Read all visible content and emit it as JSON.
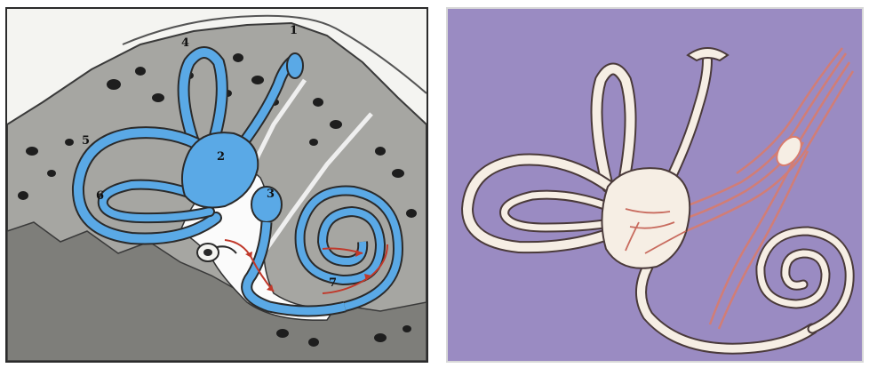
{
  "left_diagram": {
    "labels": [
      "1",
      "2",
      "3",
      "4",
      "5",
      "6",
      "7"
    ],
    "colors": {
      "bone": "#a6a6a2",
      "fluid": "#5aa9e6",
      "outline": "#2a2a2a",
      "arrow": "#c0392b"
    }
  },
  "right_diagram": {
    "colors": {
      "background": "#9a8bc2",
      "labyrinth": "#f6eee4",
      "nerve": "#d87c6e"
    }
  }
}
